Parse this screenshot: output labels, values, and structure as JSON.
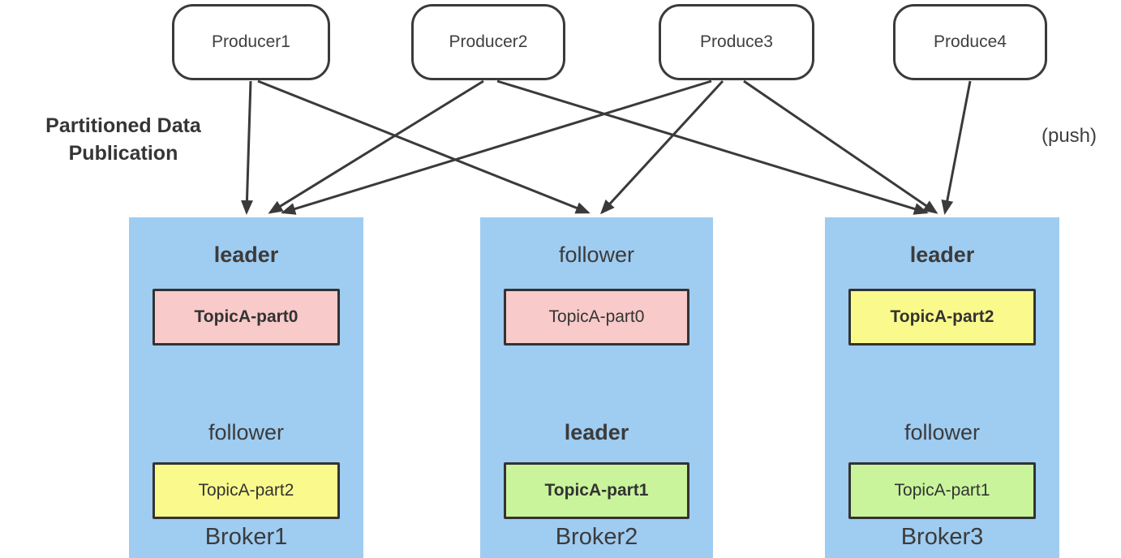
{
  "diagram": {
    "producers": [
      {
        "id": "producer1",
        "label": "Producer1"
      },
      {
        "id": "producer2",
        "label": "Producer2"
      },
      {
        "id": "produce3",
        "label": "Produce3"
      },
      {
        "id": "produce4",
        "label": "Produce4"
      }
    ],
    "side_label": {
      "line1": "Partitioned Data",
      "line2": "Publication"
    },
    "push_label": "(push)",
    "brokers": [
      {
        "id": "broker1",
        "name": "Broker1",
        "slots": [
          {
            "role": "leader",
            "topic": "TopicA-part0",
            "color": "#F8CACA"
          },
          {
            "role": "follower",
            "topic": "TopicA-part2",
            "color": "#FAFA8C"
          }
        ]
      },
      {
        "id": "broker2",
        "name": "Broker2",
        "slots": [
          {
            "role": "follower",
            "topic": "TopicA-part0",
            "color": "#F8CACA"
          },
          {
            "role": "leader",
            "topic": "TopicA-part1",
            "color": "#C9F49C"
          }
        ]
      },
      {
        "id": "broker3",
        "name": "Broker3",
        "slots": [
          {
            "role": "leader",
            "topic": "TopicA-part2",
            "color": "#FAFA8C"
          },
          {
            "role": "follower",
            "topic": "TopicA-part1",
            "color": "#C9F49C"
          }
        ]
      }
    ],
    "edges": [
      {
        "from": "producer1",
        "to": "broker1"
      },
      {
        "from": "producer1",
        "to": "broker2"
      },
      {
        "from": "producer2",
        "to": "broker1"
      },
      {
        "from": "producer2",
        "to": "broker3"
      },
      {
        "from": "produce3",
        "to": "broker1"
      },
      {
        "from": "produce3",
        "to": "broker2"
      },
      {
        "from": "produce3",
        "to": "broker3"
      },
      {
        "from": "produce4",
        "to": "broker3"
      }
    ],
    "colors": {
      "broker_bg": "#9FCCF1",
      "pink": "#F8CACA",
      "yellow": "#FAFA8C",
      "green": "#C9F49C",
      "line": "#3A3A3A"
    }
  }
}
